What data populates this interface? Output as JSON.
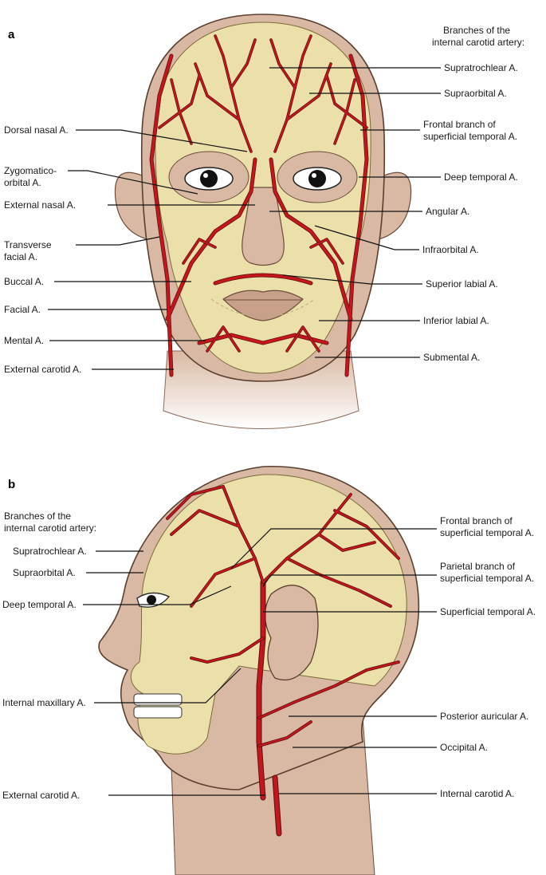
{
  "panel_a": {
    "letter": "a",
    "heading_line1": "Branches of the",
    "heading_line2": "internal carotid artery:",
    "labels_left": [
      {
        "lines": [
          "Dorsal nasal A."
        ]
      },
      {
        "lines": [
          "Zygomatico-",
          "orbital A."
        ]
      },
      {
        "lines": [
          "External nasal A."
        ]
      },
      {
        "lines": [
          "Transverse",
          "facial A."
        ]
      },
      {
        "lines": [
          "Buccal A."
        ]
      },
      {
        "lines": [
          "Facial A."
        ]
      },
      {
        "lines": [
          "Mental A."
        ]
      },
      {
        "lines": [
          "External carotid A."
        ]
      }
    ],
    "labels_right": [
      {
        "lines": [
          "Supratrochlear A."
        ]
      },
      {
        "lines": [
          "Supraorbital A."
        ]
      },
      {
        "lines": [
          "Frontal branch of",
          "superficial temporal A."
        ]
      },
      {
        "lines": [
          "Deep temporal A."
        ]
      },
      {
        "lines": [
          "Angular A."
        ]
      },
      {
        "lines": [
          "Infraorbital A."
        ]
      },
      {
        "lines": [
          "Superior labial A."
        ]
      },
      {
        "lines": [
          "Inferior labial A."
        ]
      },
      {
        "lines": [
          "Submental A."
        ]
      }
    ]
  },
  "panel_b": {
    "letter": "b",
    "heading_line1": "Branches of the",
    "heading_line2": "internal carotid artery:",
    "labels_left": [
      {
        "lines": [
          "Supratrochlear A."
        ]
      },
      {
        "lines": [
          "Supraorbital A."
        ]
      },
      {
        "lines": [
          "Deep temporal A."
        ]
      },
      {
        "lines": [
          "Internal maxillary A."
        ]
      },
      {
        "lines": [
          "External carotid A."
        ]
      }
    ],
    "labels_right": [
      {
        "lines": [
          "Frontal branch of",
          "superficial temporal A."
        ]
      },
      {
        "lines": [
          "Parietal branch of",
          "superficial temporal A."
        ]
      },
      {
        "lines": [
          "Superficial temporal A."
        ]
      },
      {
        "lines": [
          "Posterior auricular A."
        ]
      },
      {
        "lines": [
          "Occipital A."
        ]
      },
      {
        "lines": [
          "Internal carotid A."
        ]
      }
    ]
  },
  "colors": {
    "skin": "#d9b9a3",
    "skull": "#ece0aa",
    "artery": "#c4161c",
    "artery_outline": "#5a1010"
  }
}
